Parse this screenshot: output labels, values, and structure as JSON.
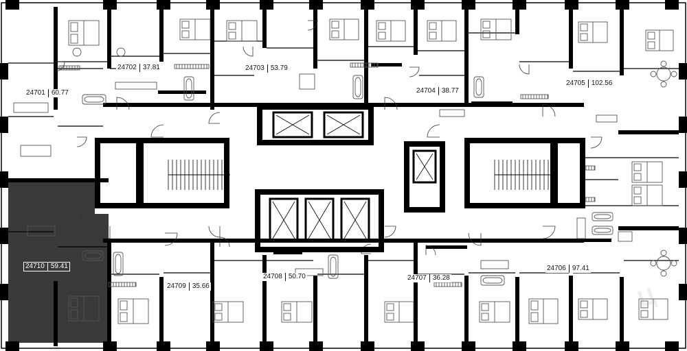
{
  "units": [
    {
      "id": "24701",
      "area": "60.77",
      "selected": false
    },
    {
      "id": "24702",
      "area": "37.81",
      "selected": false
    },
    {
      "id": "24703",
      "area": "53.79",
      "selected": false
    },
    {
      "id": "24704",
      "area": "38.77",
      "selected": false
    },
    {
      "id": "24705",
      "area": "102.56",
      "selected": false
    },
    {
      "id": "24706",
      "area": "97.41",
      "selected": false
    },
    {
      "id": "24707",
      "area": "36.28",
      "selected": false
    },
    {
      "id": "24708",
      "area": "50.70",
      "selected": false
    },
    {
      "id": "24709",
      "area": "35.66",
      "selected": false
    },
    {
      "id": "24710",
      "area": "59.41",
      "selected": true
    }
  ],
  "colors": {
    "wall": "#000000",
    "selected_fill": "#3a3a3a",
    "background": "#ffffff",
    "fixture": "#555555"
  },
  "watermark": "Ц"
}
